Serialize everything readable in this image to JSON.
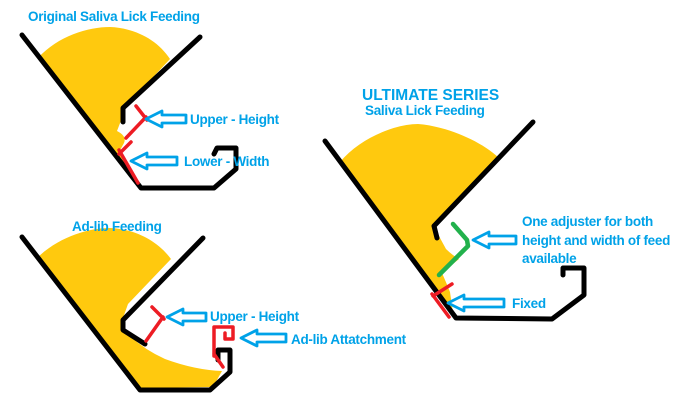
{
  "colors": {
    "feed_yellow": "#FFC90E",
    "label_blue": "#00A2E8",
    "adjuster_red": "#ED1C24",
    "adjuster_green": "#22B14C",
    "outline_black": "#000000",
    "background": "#FFFFFF"
  },
  "diagrams": {
    "original": {
      "title": "Original Saliva Lick Feeding",
      "upper_label": "Upper - Height",
      "lower_label": "Lower - Width"
    },
    "adlib": {
      "title": "Ad-lib Feeding",
      "upper_label": "Upper - Height",
      "attachment_label": "Ad-lib Attatchment"
    },
    "ultimate": {
      "title_line1": "ULTIMATE SERIES",
      "title_line2": "Saliva Lick Feeding",
      "adjuster_label_line1": "One adjuster for both",
      "adjuster_label_line2": "height and width of feed",
      "adjuster_label_line3": "available",
      "fixed_label": "Fixed"
    }
  }
}
